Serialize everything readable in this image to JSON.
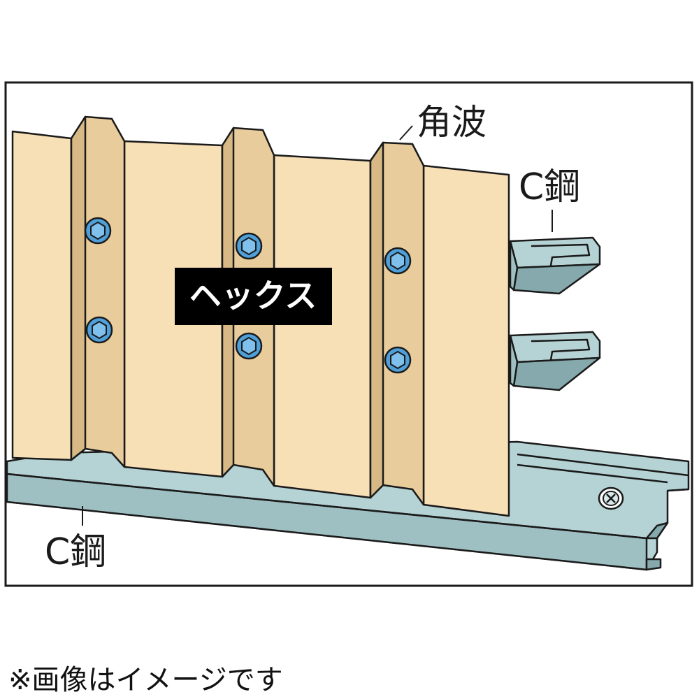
{
  "labels": {
    "kakunami": "角波",
    "c_steel_top": "C鋼",
    "c_steel_bottom": "C鋼",
    "hex": "ヘックス"
  },
  "note": "※画像はイメージです",
  "colors": {
    "panel_face": "#f7dfb6",
    "panel_rib": "#e9cc9c",
    "panel_rib_shade": "#d8b986",
    "steel_light": "#b5d2d4",
    "steel_mid": "#9fc0c3",
    "steel_dark": "#85a9ad",
    "bolt": "#4f9fd9",
    "outline": "#1a1a1a",
    "hex_bg": "#000000"
  },
  "icons": {
    "bolt": "hex-bolt-icon",
    "screw": "phillips-screw-icon"
  }
}
